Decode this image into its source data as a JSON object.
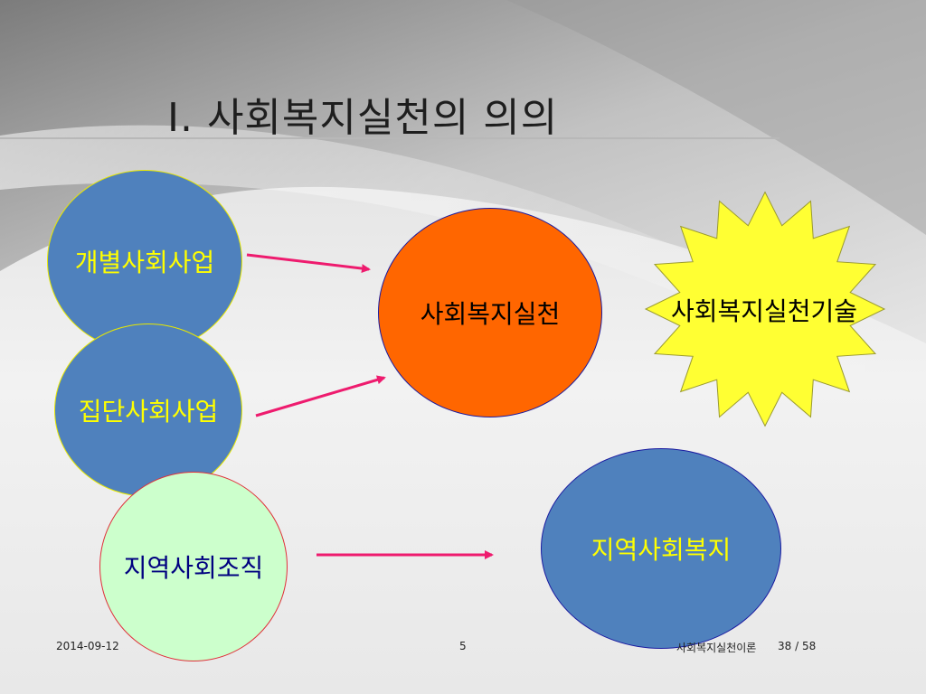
{
  "slide": {
    "title": "Ⅰ. 사회복지실천의 의의"
  },
  "nodes": {
    "individual": "개별사회사업",
    "group": "집단사회사업",
    "community_org": "지역사회조직",
    "practice": "사회복지실천",
    "practice_skill": "사회복지실천기술",
    "community_welfare": "지역사회복지"
  },
  "footer": {
    "date": "2014-09-12",
    "page": "5",
    "course": "사회복지실천이론",
    "slide_count": "38 / 58"
  },
  "colors": {
    "blue_circle": "#4f81bd",
    "orange_circle": "#ff6600",
    "green_circle": "#ccffcc",
    "star_fill": "#ffff33",
    "arrow": "#ee1b6e",
    "yellow_text": "#ffff00",
    "dark_blue_text": "#000080"
  }
}
